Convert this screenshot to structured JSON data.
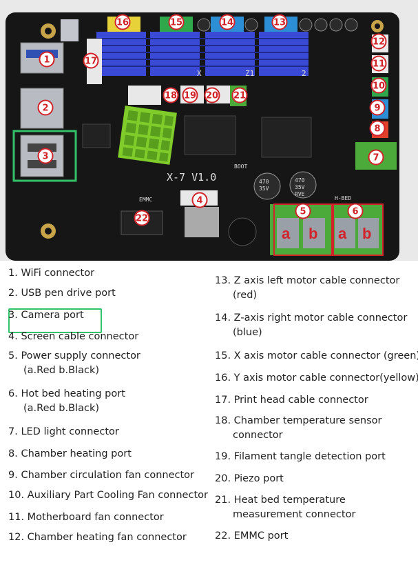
{
  "board": {
    "model_label": "X-7 V1.0",
    "axis_labels": {
      "x": "X",
      "z1": "Z1",
      "z2": "2"
    },
    "silk": {
      "boot": "BOOT",
      "emmc": "EMMC",
      "bed": "H-BED",
      "cap_top": "470",
      "cap_mid": "35V",
      "cap_bot": "RVE"
    },
    "terminal_labels": {
      "a": "a",
      "b": "b"
    },
    "callouts": [
      "1",
      "2",
      "3",
      "4",
      "5",
      "6",
      "7",
      "8",
      "9",
      "10",
      "11",
      "12",
      "13",
      "14",
      "15",
      "16",
      "17",
      "18",
      "19",
      "20",
      "21",
      "22"
    ],
    "colors": {
      "board": "#161616",
      "callout_ring": "#d2232a",
      "highlight": "#33c26a",
      "heatsink_blue": "#3a4ad6",
      "heatsink_green": "#7fcc2a",
      "terminal_green": "#4caa3a"
    }
  },
  "legend": {
    "left": [
      {
        "lines": [
          "1. WiFi connector"
        ]
      },
      {
        "lines": [
          "2. USB pen drive port"
        ]
      },
      {
        "lines": [
          "3. Camera port"
        ]
      },
      {
        "lines": [
          "4. Screen cable connector"
        ]
      },
      {
        "lines": [
          "5. Power supply connector",
          "(a.Red   b.Black)"
        ]
      },
      {
        "lines": [
          "6. Hot bed heating port",
          "(a.Red   b.Black)"
        ]
      },
      {
        "lines": [
          "7. LED light connector"
        ]
      },
      {
        "lines": [
          "8. Chamber heating port"
        ]
      },
      {
        "lines": [
          "9. Chamber circulation fan connector"
        ]
      },
      {
        "lines": [
          "10. Auxiliary Part Cooling Fan connector"
        ]
      },
      {
        "lines": [
          "11. Motherboard fan connector"
        ]
      },
      {
        "lines": [
          "12. Chamber heating fan connector"
        ]
      }
    ],
    "right": [
      {
        "lines": [
          "13. Z axis left motor cable connector",
          "(red)"
        ]
      },
      {
        "lines": [
          "14. Z-axis right motor cable connector",
          "(blue)"
        ]
      },
      {
        "lines": [
          "15. X axis motor cable connector (green)"
        ]
      },
      {
        "lines": [
          "16. Y axis motor cable connector(yellow)"
        ]
      },
      {
        "lines": [
          "17. Print head cable connector"
        ]
      },
      {
        "lines": [
          "18. Chamber temperature sensor",
          "connector"
        ]
      },
      {
        "lines": [
          "19. Filament tangle detection port"
        ]
      },
      {
        "lines": [
          "20. Piezo port"
        ]
      },
      {
        "lines": [
          "21. Heat bed temperature",
          "measurement connector"
        ]
      },
      {
        "lines": [
          "22. EMMC port"
        ]
      }
    ]
  }
}
